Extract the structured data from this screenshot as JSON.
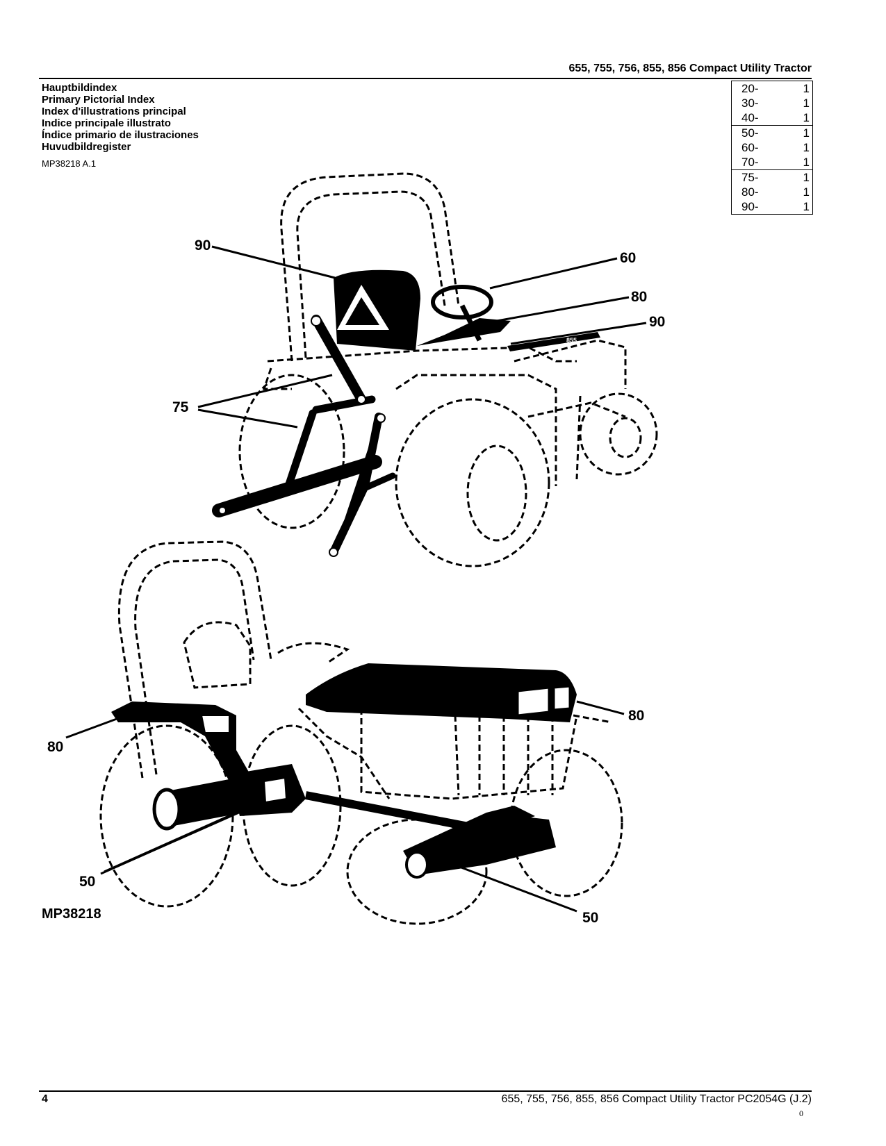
{
  "header": {
    "title": "655, 755, 756, 855, 856 Compact Utility Tractor"
  },
  "titles": [
    "Hauptbildindex",
    "Primary Pictorial Index",
    "Index d'illustrations principal",
    "Indice principale illustrato",
    "Índice primario de ilustraciones",
    "Huvudbildregister"
  ],
  "reference_code": "MP38218 A.1",
  "index_table": [
    [
      {
        "section": "20-",
        "page": "1"
      },
      {
        "section": "30-",
        "page": "1"
      },
      {
        "section": "40-",
        "page": "1"
      }
    ],
    [
      {
        "section": "50-",
        "page": "1"
      },
      {
        "section": "60-",
        "page": "1"
      },
      {
        "section": "70-",
        "page": "1"
      }
    ],
    [
      {
        "section": "75-",
        "page": "1"
      },
      {
        "section": "80-",
        "page": "1"
      },
      {
        "section": "90-",
        "page": "1"
      }
    ]
  ],
  "diagram": {
    "callouts_top": [
      "90",
      "60",
      "80",
      "90",
      "75"
    ],
    "callouts_bottom": [
      "80",
      "80",
      "50",
      "50"
    ],
    "figure_id": "MP38218",
    "decal_text": "855"
  },
  "footer": {
    "page_number": "4",
    "text": "655, 755, 756, 855, 856 Compact Utility Tractor   PC2054G   (J.2)",
    "mark": "0"
  },
  "colors": {
    "ink": "#000000",
    "paper": "#ffffff"
  }
}
